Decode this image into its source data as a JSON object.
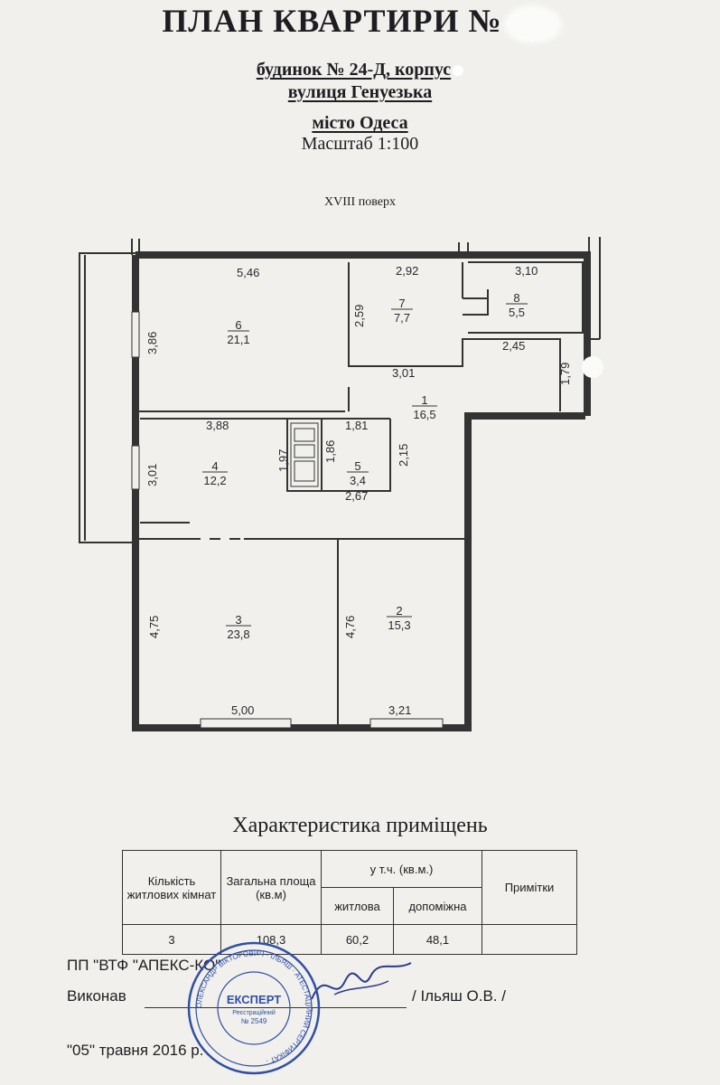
{
  "header": {
    "title": "ПЛАН КВАРТИРИ №",
    "house_line": "будинок № 24-Д, корпус",
    "street_line": "вулиця Генуезька",
    "city_line": "місто Одеса",
    "scale_line": "Масштаб 1:100",
    "floor": "XVIII поверх"
  },
  "plan": {
    "dims": {
      "d546": "5,46",
      "d292": "2,92",
      "d310": "3,10",
      "d259": "2,59",
      "d386": "3,86",
      "d301a": "3,01",
      "d245": "2,45",
      "d179": "1,79",
      "d388": "3,88",
      "d181": "1,81",
      "d197": "1,97",
      "d186": "1,86",
      "d215": "2,15",
      "d267": "2,67",
      "d301b": "3,01",
      "d475": "4,75",
      "d476": "4,76",
      "d500": "5,00",
      "d321": "3,21"
    },
    "rooms": {
      "r1": {
        "num": "1",
        "area": "16,5"
      },
      "r2": {
        "num": "2",
        "area": "15,3"
      },
      "r3": {
        "num": "3",
        "area": "23,8"
      },
      "r4": {
        "num": "4",
        "area": "12,2"
      },
      "r5": {
        "num": "5",
        "area": "3,4"
      },
      "r6": {
        "num": "6",
        "area": "21,1"
      },
      "r7": {
        "num": "7",
        "area": "7,7"
      },
      "r8": {
        "num": "8",
        "area": "5,5"
      }
    }
  },
  "characteristics": {
    "title": "Характеристика приміщень",
    "headers": {
      "rooms_count": "Кількість житлових кімнат",
      "total_area": "Загальна площа (кв.м)",
      "incl": "у т.ч. (кв.м.)",
      "living": "житлова",
      "auxiliary": "допоміжна",
      "notes": "Примітки"
    },
    "row": {
      "rooms_count": "3",
      "total_area": "108,3",
      "living": "60,2",
      "auxiliary": "48,1",
      "notes": ""
    }
  },
  "footer": {
    "org": "ПП \"ВТФ \"АПЕКС-КО\"",
    "executed_label": "Виконав",
    "executor": "/ Ільяш О.В. /",
    "date": "\"05\" травня 2016 р."
  },
  "stamp": {
    "center_title": "ЕКСПЕРТ",
    "registry": "Реєстраційний",
    "number": "№ 2549",
    "ring_text": "ОЛЕКСАНДР ВІКТОРОВИЧ · ІЛЬЯШ · АТЕСТАЦІЙНИЙ СЕРТИФІКАТ ·"
  },
  "colors": {
    "stamp": "#2f4fa5",
    "ink": "#1e1e22",
    "paper": "#f1f0ec"
  }
}
